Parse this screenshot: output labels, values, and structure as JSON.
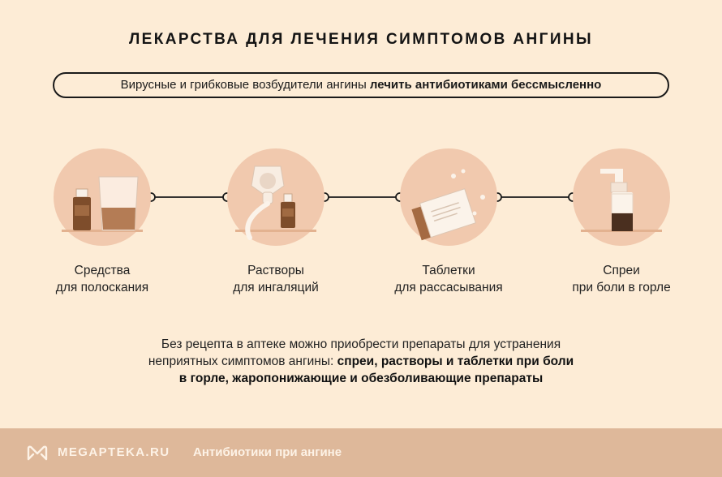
{
  "title": "ЛЕКАРСТВА ДЛЯ ЛЕЧЕНИЯ СИМПТОМОВ АНГИНЫ",
  "note": {
    "normal": "Вирусные и грибковые возбудители ангины ",
    "bold": "лечить антибиотиками бессмысленно"
  },
  "items": [
    {
      "line1": "Средства",
      "line2": "для полоскания",
      "icon": "gargle-bottle-cup-icon"
    },
    {
      "line1": "Растворы",
      "line2": "для ингаляций",
      "icon": "inhaler-mask-icon"
    },
    {
      "line1": "Таблетки",
      "line2": "для рассасывания",
      "icon": "lozenges-box-icon"
    },
    {
      "line1": "Спреи",
      "line2": "при боли в горле",
      "icon": "throat-spray-icon"
    }
  ],
  "bottom": {
    "line1": "Без рецепта в аптеке можно приобрести препараты для устранения",
    "line2_normal": "неприятных симптомов ангины: ",
    "line2_bold": "спреи, растворы и таблетки при боли",
    "line3_bold": "в горле, жаропонижающие и обезболивающие препараты"
  },
  "footer": {
    "brand": "MEGAPTEKA.RU",
    "title": "Антибиотики при ангине"
  },
  "colors": {
    "background": "#fdecd6",
    "circle": "#f1c9ae",
    "brown": "#7e4d2b",
    "footer": "#deb89a"
  }
}
